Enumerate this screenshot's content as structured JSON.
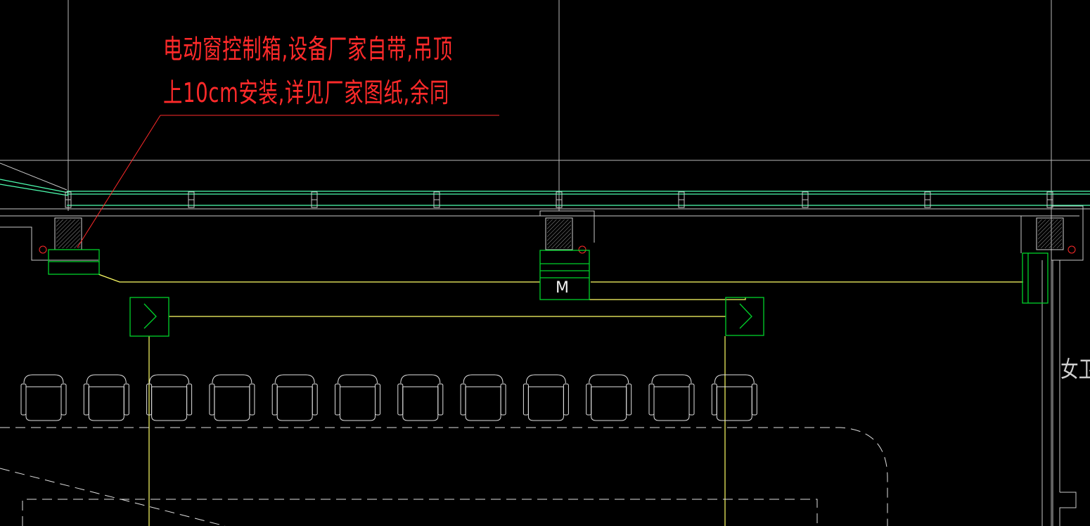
{
  "annotation": {
    "line1": "电动窗控制箱,设备厂家自带,吊顶",
    "line2": "上10cm安装,详见厂家图纸,余同"
  },
  "motor_symbol": "M",
  "room_label": "女卫",
  "colors": {
    "background": "#000000",
    "annotation": "#ff2a2a",
    "grid": "#b8b8b8",
    "wall": "#c8c8c8",
    "window": "#4dffb0",
    "device": "#00d22a",
    "wiring": "#ffff66",
    "furniture": "#e0e0e0"
  }
}
